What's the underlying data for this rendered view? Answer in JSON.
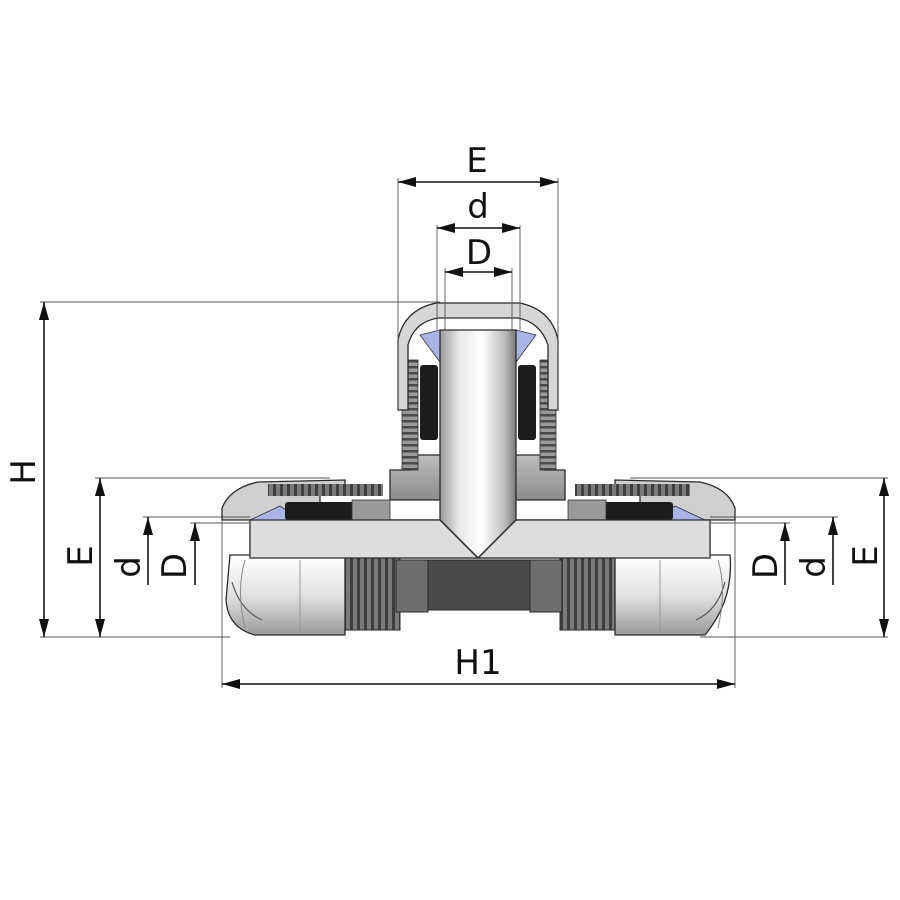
{
  "drawing": {
    "labels": {
      "top_E": "E",
      "top_d": "d",
      "top_D": "D",
      "left_H": "H",
      "left_E": "E",
      "left_d": "d",
      "left_D": "D",
      "right_D": "D",
      "right_d": "d",
      "right_E": "E",
      "bottom_H1": "H1"
    },
    "colors": {
      "pipe_dark": "#4a4a4a",
      "pipe_light": "#e6e6e6",
      "seal_blue": "#a9b4e6",
      "grip_black": "#1c1c1c",
      "dim_line": "#111111"
    }
  }
}
